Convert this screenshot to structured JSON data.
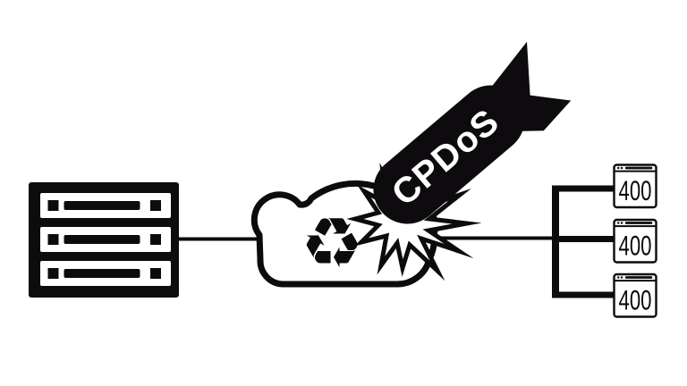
{
  "colors": {
    "ink": "#0d0b0d",
    "paper": "#ffffff",
    "bomb_label_text": "#ffffff"
  },
  "bomb": {
    "label": "CPDoS"
  },
  "cache": {
    "recycle_glyph": "♻"
  },
  "clients": [
    {
      "status_code": "400"
    },
    {
      "status_code": "400"
    },
    {
      "status_code": "400"
    }
  ],
  "icons": {
    "server": "server-rack-icon",
    "cache": "cloud-cache-icon",
    "recycle": "recycle-icon",
    "explosion": "explosion-burst-icon",
    "bomb": "cpdos-bomb-icon",
    "client": "browser-window-icon"
  }
}
